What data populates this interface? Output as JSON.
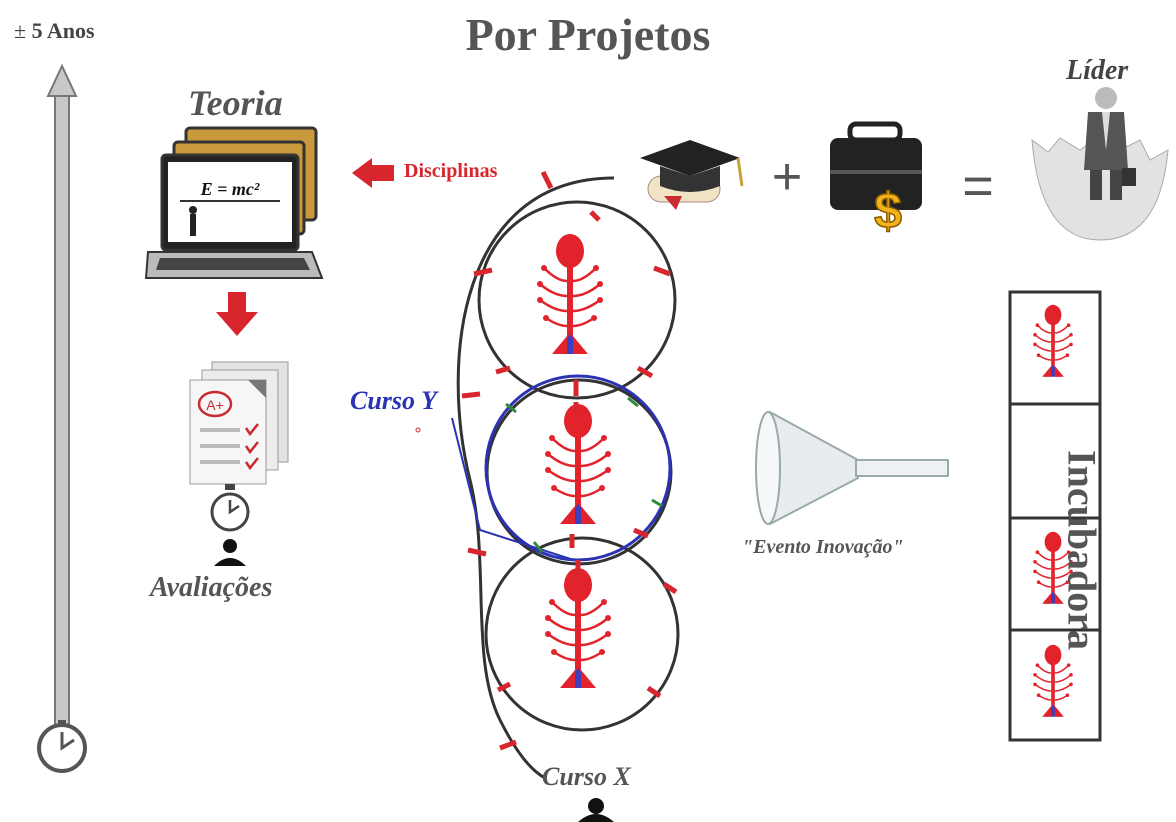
{
  "title": "Por Projetos",
  "timeline": {
    "label": "5 Anos",
    "plus_minus": "±"
  },
  "teoria": {
    "label": "Teoria",
    "screen_formula": "E = mc²"
  },
  "avaliacoes": {
    "label": "Avaliações",
    "grade": "A+"
  },
  "disciplinas": {
    "label": "Disciplinas"
  },
  "cursos": {
    "y": "Curso Y",
    "x": "Curso X"
  },
  "equation": {
    "plus": "+",
    "equals": "=",
    "dollar": "$"
  },
  "lider": {
    "label": "Líder"
  },
  "evento": {
    "label": "\"Evento Inovação\""
  },
  "incubadora": {
    "label": "Incubadora",
    "slots": [
      true,
      false,
      true,
      true
    ]
  },
  "colors": {
    "red": "#d8262e",
    "blue": "#2b33b4",
    "gray": "#555555",
    "green": "#2e8b3e"
  }
}
